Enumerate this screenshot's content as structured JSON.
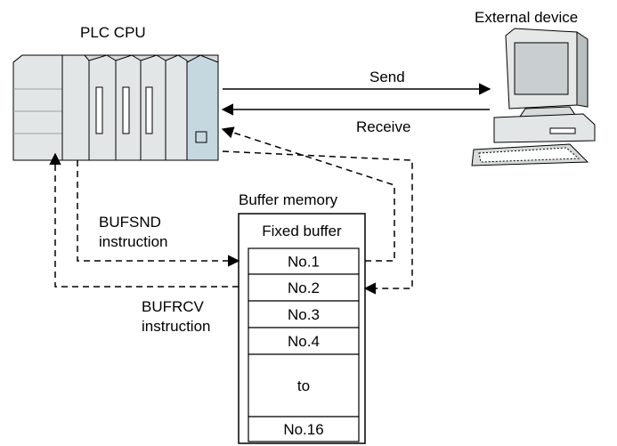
{
  "labels": {
    "plc_cpu": "PLC CPU",
    "external_device": "External device",
    "send": "Send",
    "receive": "Receive",
    "buffer_memory": "Buffer memory",
    "fixed_buffer": "Fixed buffer",
    "bufsnd_line1": "BUFSND",
    "bufsnd_line2": "instruction",
    "bufrcv_line1": "BUFRCV",
    "bufrcv_line2": "instruction"
  },
  "buffer_rows": [
    "No.1",
    "No.2",
    "No.3",
    "No.4",
    "to",
    "No.16"
  ],
  "colors": {
    "plc_body": "#e2e6e7",
    "plc_shadow": "#b9bfc1",
    "cpu_module": "#c5d8e0",
    "line": "#000000"
  }
}
